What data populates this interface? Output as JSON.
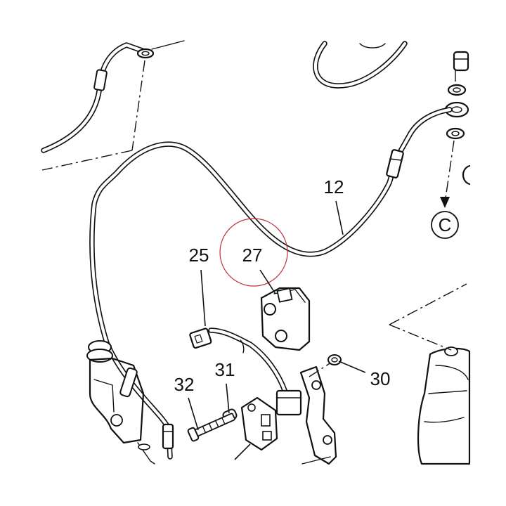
{
  "diagram": {
    "callouts": {
      "hose": "12",
      "pipe": "25",
      "bracket": "27",
      "nut": "30",
      "spacer": "31",
      "bolt": "32"
    },
    "reference_marker": "C",
    "highlight": {
      "target_callout": "27",
      "color": "#c0303a"
    },
    "colors": {
      "line": "#111111",
      "background": "#ffffff",
      "shade": "#e9e9e9"
    }
  }
}
